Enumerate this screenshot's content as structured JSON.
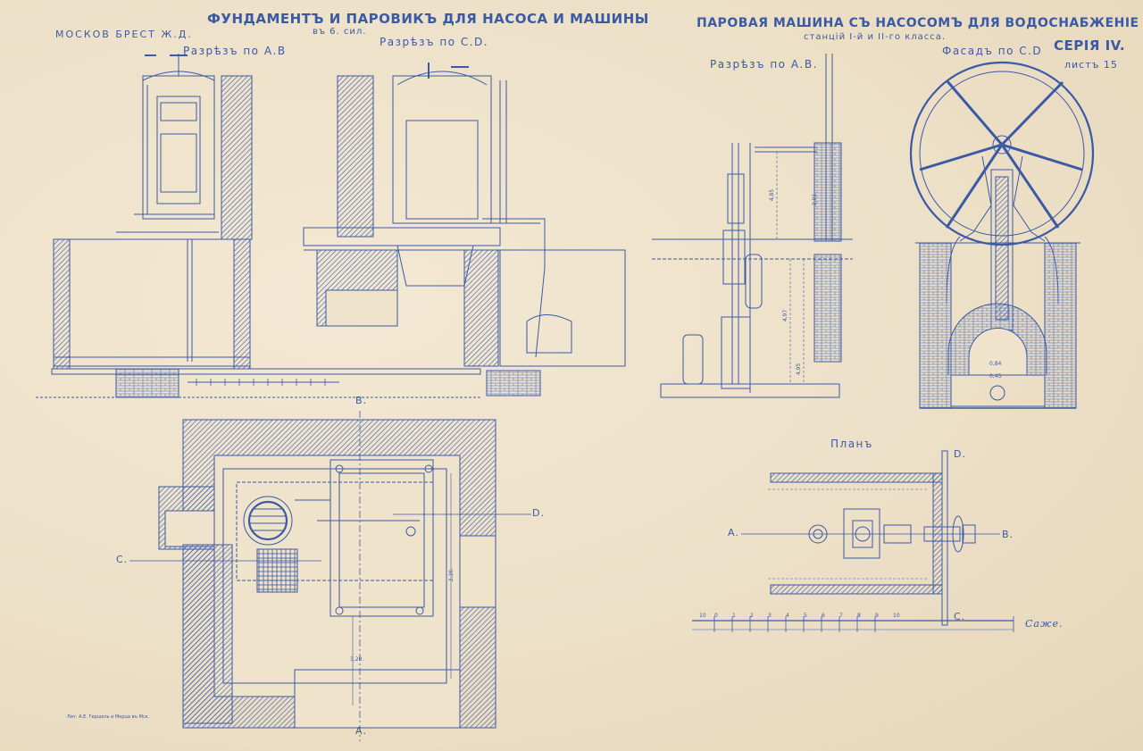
{
  "header": {
    "left_title": "ФУНДАМЕНТЪ И ПАРОВИКЪ ДЛЯ НАСОСА И МАШИНЫ",
    "left_subtitle": "въ 6. сил.",
    "railway": "МОСКОВ БРЕСТ Ж.Д.",
    "right_title": "ПАРОВАЯ МАШИНА СЪ НАСОСОМЪ ДЛЯ ВОДОСНАБЖЕНІЕ",
    "right_subtitle": "станцій I-й и II-го класса.",
    "series": "СЕРІЯ IV.",
    "sheet": "листъ 15"
  },
  "views": {
    "left_section_ab": "Разрѣзъ по А.В",
    "left_section_cd": "Разрѣзъ по С.D.",
    "right_section_ab": "Разрѣзъ по А.В.",
    "right_facade_cd": "Фасадъ по С.D",
    "right_plan": "Планъ"
  },
  "markers": {
    "plan_top": "В.",
    "plan_bottom": "А.",
    "plan_right": "D.",
    "plan_left": "С.",
    "rplan_left": "А.",
    "rplan_right": "В.",
    "rplan_top": "D.",
    "rplan_bottom": "С."
  },
  "dimensions": {
    "d1": "2,20.",
    "d2": "3,20.",
    "d3": "4,85",
    "d4": "4,97",
    "d5": "4,95",
    "d6": "0,84",
    "d7": "0,45",
    "d8": "2,01"
  },
  "scale": {
    "label": "Саже.",
    "ticks": [
      "10",
      "0",
      "1",
      "2",
      "3",
      "4",
      "5",
      "6",
      "7",
      "8",
      "9",
      "10"
    ]
  },
  "imprint": "Лит. А.Е. Гершель и Мерца въ Мск.",
  "colors": {
    "ink": "#3a5aa6",
    "paper": "#efe3cc"
  }
}
